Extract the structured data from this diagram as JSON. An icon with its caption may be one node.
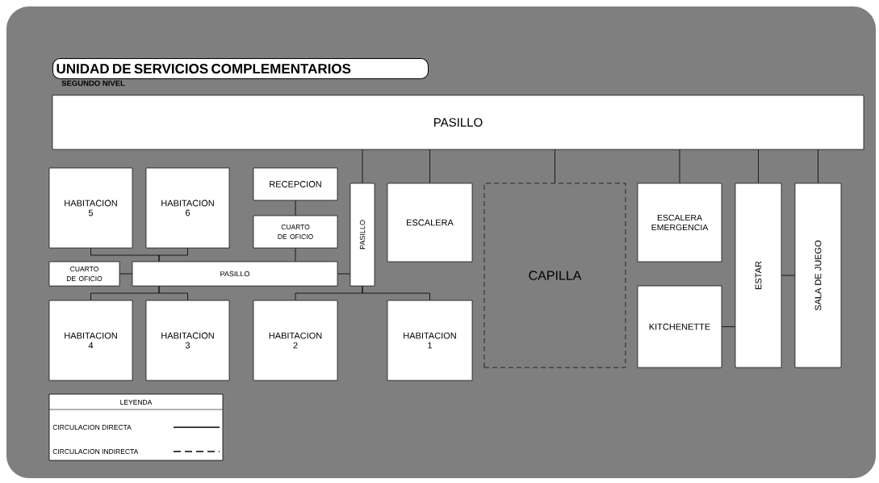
{
  "diagram": {
    "title": "UNIDAD DE SERVICIOS COMPLEMENTARIOS",
    "nodes": [
      {
        "text": [
          "PASILLO"
        ]
      },
      {
        "text": [
          "HABITACION 5"
        ]
      },
      {
        "text": [
          "HABITACION 6"
        ]
      },
      {
        "text": [
          "RECEPCION"
        ]
      },
      {
        "text": [
          "CUARTO DE OFICIO"
        ]
      },
      {
        "text": [
          "PASILLO"
        ]
      },
      {
        "text": [
          "ESCALERA"
        ]
      },
      {
        "text": [
          "CAPILLA"
        ]
      },
      {
        "text": [
          "ESCALERA EMERGENCIA"
        ]
      },
      {
        "text": [
          "ESTAR"
        ]
      },
      {
        "text": [
          "SALA DE JUEGO"
        ]
      },
      {
        "text": [
          "CUARTO DE OFICIO"
        ]
      },
      {
        "text": [
          "PASILLO"
        ]
      },
      {
        "text": [
          "KITCHENETTE"
        ]
      },
      {
        "text": [
          "HABITACION 4"
        ]
      },
      {
        "text": [
          "HABITACION 3"
        ]
      },
      {
        "text": [
          "HABITACION 2"
        ]
      },
      {
        "text": [
          "HABITACION 1"
        ]
      }
    ],
    "edges": [
      {
        "from": 0,
        "to": 5,
        "arrow": "none"
      },
      {
        "from": 0,
        "to": 6,
        "arrow": "none"
      },
      {
        "from": 0,
        "to": 7,
        "arrow": "none"
      },
      {
        "from": 0,
        "to": 8,
        "arrow": "none"
      },
      {
        "from": 0,
        "to": 9,
        "arrow": "none"
      },
      {
        "from": 0,
        "to": 10,
        "arrow": "none"
      },
      {
        "from": 3,
        "to": 4,
        "arrow": "none"
      },
      {
        "from": 4,
        "to": 12,
        "arrow": "none"
      },
      {
        "from": 1,
        "to": 12,
        "arrow": "none"
      },
      {
        "from": 2,
        "to": 12,
        "arrow": "none"
      },
      {
        "from": 11,
        "to": 12,
        "arrow": "none"
      },
      {
        "from": 12,
        "to": 5,
        "arrow": "none"
      },
      {
        "from": 12,
        "to": 14,
        "arrow": "none"
      },
      {
        "from": 12,
        "to": 15,
        "arrow": "none"
      },
      {
        "from": 5,
        "to": 16,
        "arrow": "none"
      },
      {
        "from": 5,
        "to": 17,
        "arrow": "none"
      },
      {
        "from": 13,
        "to": 9,
        "arrow": "none"
      },
      {
        "from": 9,
        "to": 10,
        "arrow": "none"
      }
    ],
    "labels": [
      "SEGUNDO NIVEL",
      "LEYENDA"
    ],
    "legend": [
      {
        "text": "CIRCULACION DIRECTA"
      },
      {
        "text": "CIRCULACION INDIRECTA"
      }
    ]
  }
}
